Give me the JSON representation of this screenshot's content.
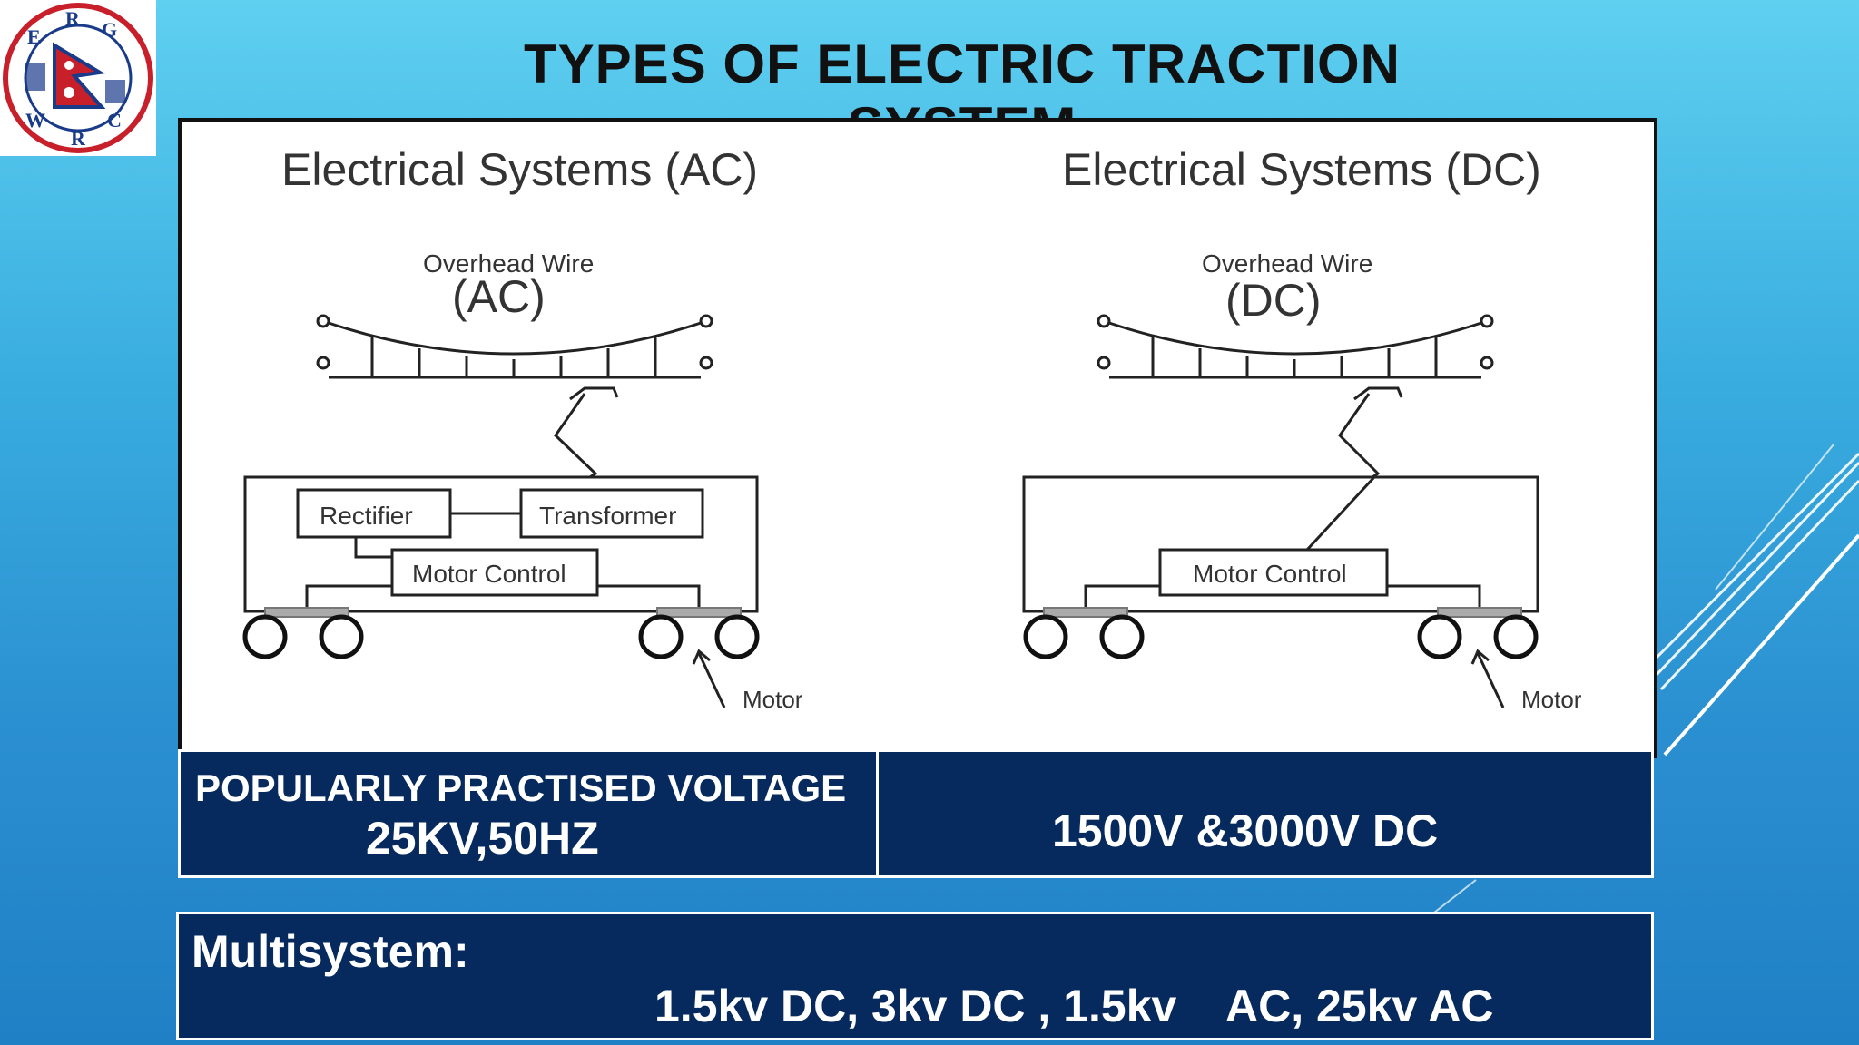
{
  "slide": {
    "title": "TYPES OF ELECTRIC TRACTION SYSTEM",
    "logo_text": "ERG WRC"
  },
  "diagram": {
    "ac": {
      "heading": "Electrical Systems (AC)",
      "wire_label": "Overhead Wire",
      "wire_type": "(AC)",
      "box_rectifier": "Rectifier",
      "box_transformer": "Transformer",
      "box_motor_control": "Motor Control",
      "motor_label": "Motor"
    },
    "dc": {
      "heading": "Electrical Systems (DC)",
      "wire_label": "Overhead Wire",
      "wire_type": "(DC)",
      "box_motor_control": "Motor Control",
      "motor_label": "Motor"
    }
  },
  "voltage": {
    "label": "POPULARLY PRACTISED VOLTAGE",
    "ac_value": "25KV,50HZ",
    "dc_value": "1500V &3000V DC"
  },
  "multisystem": {
    "title": "Multisystem:",
    "values": "1.5kv DC, 3kv DC , 1.5kv    AC, 25kv AC"
  },
  "colors": {
    "navy": "#062a5e",
    "sky_top": "#5fd0f0",
    "sky_bottom": "#2080c5",
    "logo_red": "#c8202a",
    "logo_blue": "#1a3a8a"
  }
}
